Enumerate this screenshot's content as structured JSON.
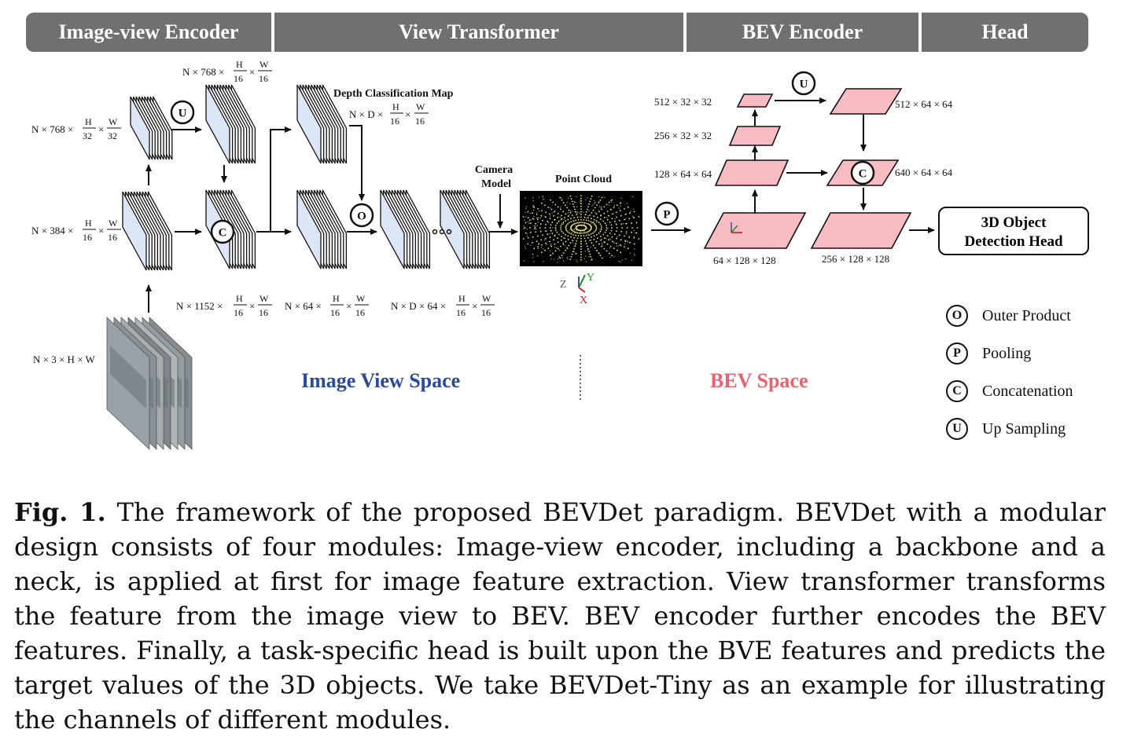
{
  "header": {
    "sections": [
      "Image-view Encoder",
      "View Transformer",
      "BEV Encoder",
      "Head"
    ]
  },
  "labels": {
    "depth_map": "Depth Classification Map",
    "camera_model": "Camera Model",
    "camera_line1": "Camera",
    "camera_line2": "Model",
    "point_cloud": "Point Cloud",
    "head_box_line1": "3D Object",
    "head_box_line2": "Detection Head",
    "image_view_space": "Image View Space",
    "bev_space": "BEV Space",
    "axis_z": "Z",
    "axis_y": "Y",
    "axis_x": "X"
  },
  "dims": {
    "input": "N × 3 × H × W",
    "enc_low_prefix": "N × 768 ×",
    "enc_mid_prefix": "N × 384 ×",
    "enc_up_prefix": "N × 768 ×",
    "concat_prefix": "N × 1152 ×",
    "ctx_prefix": "N × 64 ×",
    "depth_prefix": "N × D ×",
    "outer_prefix": "N × D × 64 ×",
    "bev_32_small": "512 × 32 × 32",
    "bev_256": "256 × 32 × 32",
    "bev_128": "128 × 64 × 64",
    "bev_in": "64 × 128 × 128",
    "bev_up": "512 × 64 × 64",
    "bev_cat": "640 × 64 × 64",
    "bev_out": "256 × 128 × 128"
  },
  "fractions": {
    "h16": "H",
    "d16": "16",
    "h32_den": "32",
    "w": "W"
  },
  "ops": {
    "upsample": "U",
    "concat": "C",
    "outer": "O",
    "pool": "P"
  },
  "legend": [
    {
      "symbol": "O",
      "label": "Outer Product"
    },
    {
      "symbol": "P",
      "label": "Pooling"
    },
    {
      "symbol": "C",
      "label": "Concatenation"
    },
    {
      "symbol": "U",
      "label": "Up Sampling"
    }
  ],
  "caption": {
    "label": "Fig. 1.",
    "text": " The framework of the proposed BEVDet paradigm. BEVDet with a modular design consists of four modules: Image-view encoder, including a backbone and a neck, is applied at first for image feature extraction. View transformer transforms the feature from the image view to BEV. BEV encoder further encodes the BEV features. Finally, a task-specific head is built upon the BVE features and predicts the target values of the 3D objects. We take BEVDet-Tiny as an example for illustrating the channels of different modules."
  },
  "colors": {
    "header_bg": "#707070",
    "feature_fill": "#dde6f6",
    "bev_fill": "#f7bcc3",
    "image_space": "#2b4a9a",
    "bev_space": "#e8636f",
    "point_cloud": "#f2ee7a"
  }
}
